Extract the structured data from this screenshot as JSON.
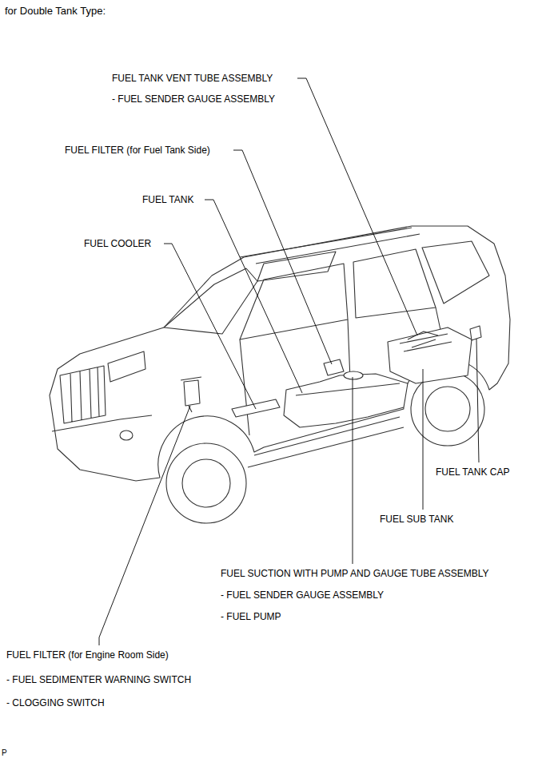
{
  "diagram": {
    "title": "for Double Tank Type:",
    "labels": [
      "FUEL TANK VENT TUBE ASSEMBLY",
      "- FUEL SENDER GAUGE ASSEMBLY",
      "FUEL FILTER (for Fuel Tank Side)",
      "FUEL TANK",
      "FUEL COOLER",
      "FUEL TANK CAP",
      "FUEL SUB TANK",
      "FUEL SUCTION WITH PUMP AND GAUGE TUBE ASSEMBLY",
      "- FUEL SENDER GAUGE ASSEMBLY",
      "- FUEL PUMP",
      "FUEL FILTER (for Engine Room Side)",
      "- FUEL SEDIMENTER WARNING SWITCH",
      "- CLOGGING SWITCH",
      "P"
    ]
  }
}
